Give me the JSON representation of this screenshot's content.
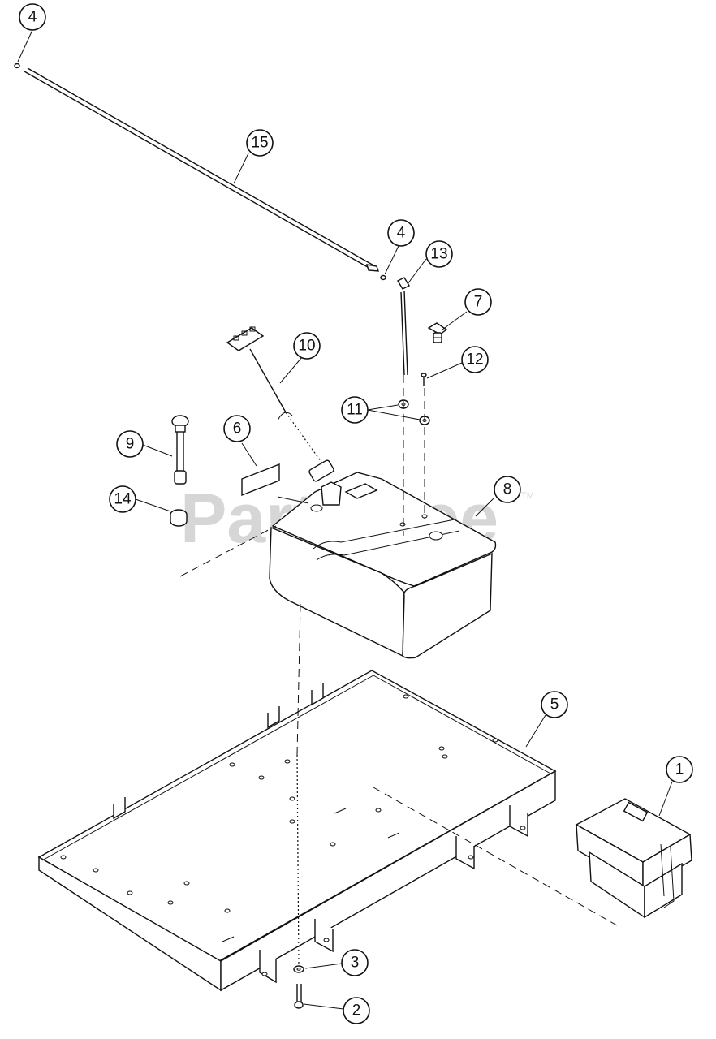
{
  "watermark": {
    "text": "PartsTree",
    "trademark": "TM"
  },
  "callouts": [
    {
      "id": "c4a",
      "label": "4"
    },
    {
      "id": "c15",
      "label": "15"
    },
    {
      "id": "c4b",
      "label": "4"
    },
    {
      "id": "c13",
      "label": "13"
    },
    {
      "id": "c7",
      "label": "7"
    },
    {
      "id": "c10",
      "label": "10"
    },
    {
      "id": "c12",
      "label": "12"
    },
    {
      "id": "c11",
      "label": "11"
    },
    {
      "id": "c6",
      "label": "6"
    },
    {
      "id": "c9",
      "label": "9"
    },
    {
      "id": "c8",
      "label": "8"
    },
    {
      "id": "c14",
      "label": "14"
    },
    {
      "id": "c5",
      "label": "5"
    },
    {
      "id": "c1",
      "label": "1"
    },
    {
      "id": "c3",
      "label": "3"
    },
    {
      "id": "c2",
      "label": "2"
    }
  ]
}
